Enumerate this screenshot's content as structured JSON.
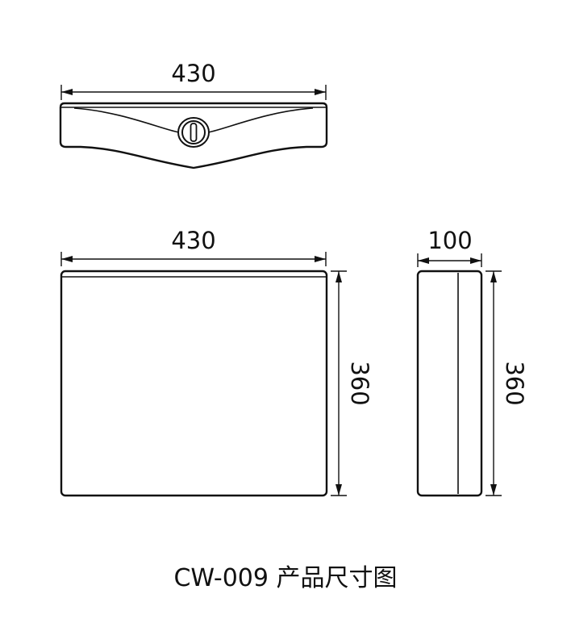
{
  "dimensions": {
    "top_view_width": "430",
    "front_view_width": "430",
    "front_view_height": "360",
    "side_view_depth": "100",
    "side_view_height": "360"
  },
  "caption": "CW-009 产品尺寸图"
}
